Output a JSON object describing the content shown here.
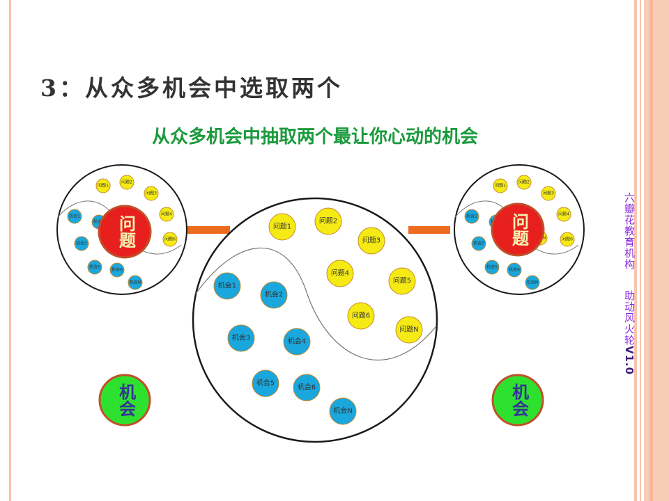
{
  "slide": {
    "title": "3：从众多机会中选取两个",
    "subtitle": "从众多机会中抽取两个最让你心动的机会",
    "side_org": "六瓣花教育机构",
    "side_tool": "助动风火轮",
    "side_version": "V1.0"
  },
  "colors": {
    "problem": "#f5ea14",
    "opportunity": "#1aa7dd",
    "problem_badge": "#e8201d",
    "opportunity_badge": "#2fe12f",
    "badge_ring": "#c0502a",
    "connector": "#ec6b1f",
    "problem_badge_text": "#f7f2b0",
    "opportunity_badge_text": "#333399"
  },
  "main_circle": {
    "problems": [
      "问题1",
      "问题2",
      "问题3",
      "问题4",
      "问题5",
      "问题6",
      "问题N"
    ],
    "opportunities": [
      "机会1",
      "机会2",
      "机会3",
      "机会4",
      "机会5",
      "机会6",
      "机会N"
    ]
  },
  "mini_circle": {
    "problems": [
      "问题1",
      "问题2",
      "问题3",
      "问题4",
      "问题6",
      "问题N"
    ],
    "opportunities": [
      "机会1",
      "机会2",
      "机会3",
      "机会5",
      "机会6",
      "机会N"
    ]
  },
  "badges": {
    "problem_label": "问题",
    "opportunity_label": "机会"
  }
}
